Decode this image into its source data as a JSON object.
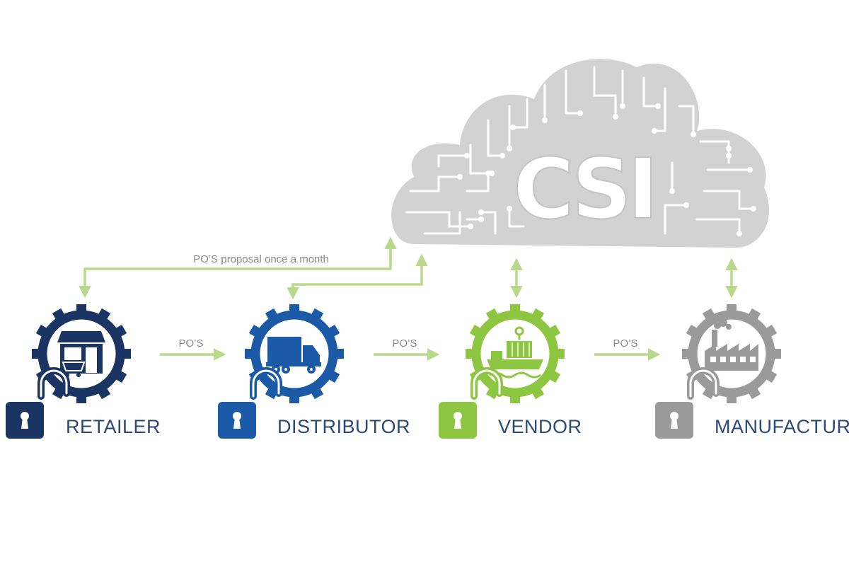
{
  "cloud": {
    "title": "CSI",
    "icon": "circuit-cloud-icon"
  },
  "proposal_label": "PO’S proposal once a month",
  "colors": {
    "navy": "#1a3563",
    "blue": "#1a5aa6",
    "green": "#8dc640",
    "gray": "#9a9a9a",
    "arrow": "#b9d98c",
    "cloud": "#d2d2d2",
    "label_text": "#2a4b78"
  },
  "nodes": [
    {
      "id": "retailer",
      "label": "RETAILER",
      "color": "#1a3563",
      "icon": "store-icon"
    },
    {
      "id": "distributor",
      "label": "DISTRIBUTOR",
      "color": "#1a5aa6",
      "icon": "truck-icon"
    },
    {
      "id": "vendor",
      "label": "VENDOR",
      "color": "#8dc640",
      "icon": "cargo-ship-icon"
    },
    {
      "id": "manufacturer",
      "label": "MANUFACTURER",
      "color": "#9a9a9a",
      "icon": "factory-icon"
    }
  ],
  "flows": [
    {
      "from": "retailer",
      "to": "distributor",
      "label": "PO’S"
    },
    {
      "from": "distributor",
      "to": "vendor",
      "label": "PO’S"
    },
    {
      "from": "vendor",
      "to": "manufacturer",
      "label": "PO’S"
    }
  ]
}
